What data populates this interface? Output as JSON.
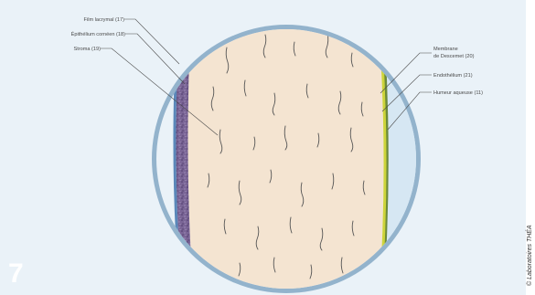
{
  "figure": {
    "number": "7",
    "credit": "© Laboratoires THÉA"
  },
  "labels_left": [
    {
      "id": "17",
      "text": "Film lacrymal (17)"
    },
    {
      "id": "18",
      "text": "Épithélium cornéen (18)"
    },
    {
      "id": "19",
      "text": "Stroma (19)"
    }
  ],
  "labels_right": [
    {
      "id": "20",
      "lines": [
        "Membrane",
        "de Descemet (20)"
      ]
    },
    {
      "id": "21",
      "text": "Endothélium (21)"
    },
    {
      "id": "11",
      "text": "Humeur aqueuse (11)"
    }
  ],
  "colors": {
    "panel": "#eaf2f8",
    "ring": "#93b3cc",
    "stroma": "#f4e4d1",
    "epithelium": "#7a6596",
    "tear_film": "#5a87b9",
    "descemet": "#cdd43a",
    "endothelium": "#6c8a3a",
    "aqueous": "#d6e7f3",
    "fiber_lines": "#555555"
  }
}
